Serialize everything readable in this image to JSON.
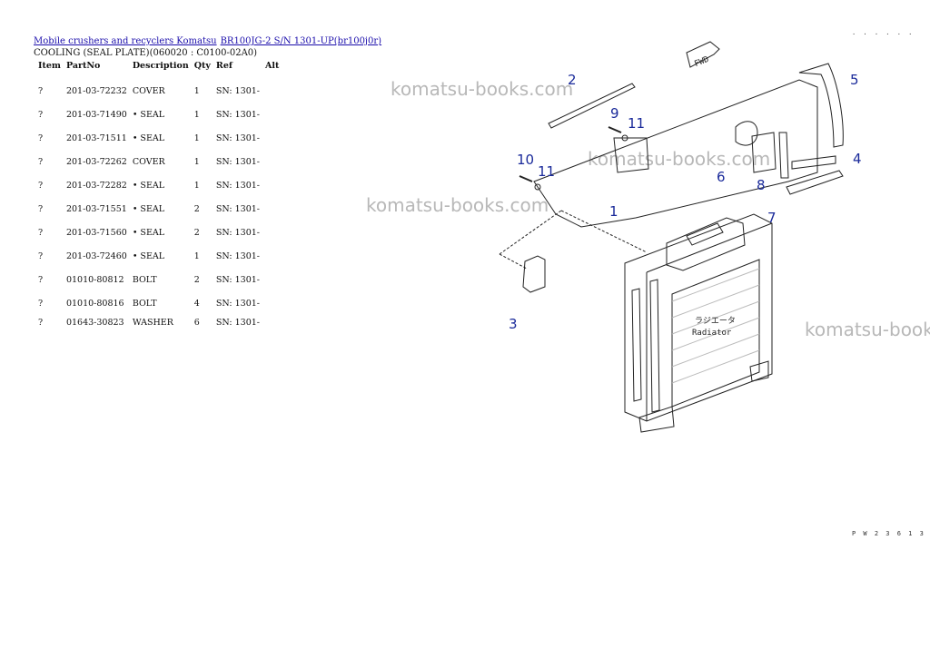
{
  "breadcrumb": {
    "link1": "Mobile crushers and recyclers Komatsu",
    "link2": "BR100JG-2 S/N 1301-UP(br100j0r)"
  },
  "subtitle": "COOLING (SEAL PLATE)(060020 : C0100-02A0)",
  "table": {
    "headers": [
      "Item",
      "PartNo",
      "Description",
      "Qty",
      "Ref",
      "Alt"
    ],
    "rows": [
      {
        "item": "?",
        "part": "201-03-72232",
        "desc": "COVER",
        "qty": "1",
        "ref": "SN: 1301-",
        "alt": ""
      },
      {
        "item": "?",
        "part": "201-03-71490",
        "desc": "• SEAL",
        "qty": "1",
        "ref": "SN: 1301-",
        "alt": ""
      },
      {
        "item": "?",
        "part": "201-03-71511",
        "desc": "• SEAL",
        "qty": "1",
        "ref": "SN: 1301-",
        "alt": ""
      },
      {
        "item": "?",
        "part": "201-03-72262",
        "desc": "COVER",
        "qty": "1",
        "ref": "SN: 1301-",
        "alt": ""
      },
      {
        "item": "?",
        "part": "201-03-72282",
        "desc": "• SEAL",
        "qty": "1",
        "ref": "SN: 1301-",
        "alt": ""
      },
      {
        "item": "?",
        "part": "201-03-71551",
        "desc": "• SEAL",
        "qty": "2",
        "ref": "SN: 1301-",
        "alt": ""
      },
      {
        "item": "?",
        "part": "201-03-71560",
        "desc": "• SEAL",
        "qty": "2",
        "ref": "SN: 1301-",
        "alt": ""
      },
      {
        "item": "?",
        "part": "201-03-72460",
        "desc": "• SEAL",
        "qty": "1",
        "ref": "SN: 1301-",
        "alt": ""
      },
      {
        "item": "?",
        "part": "01010-80812",
        "desc": "BOLT",
        "qty": "2",
        "ref": "SN: 1301-",
        "alt": ""
      },
      {
        "item": "?",
        "part": "01010-80816",
        "desc": "BOLT",
        "qty": "4",
        "ref": "SN: 1301-",
        "alt": ""
      },
      {
        "item": "?",
        "part": "01643-30823",
        "desc": "WASHER",
        "qty": "6",
        "ref": "SN: 1301-",
        "alt": ""
      }
    ]
  },
  "watermark": "komatsu-books.com",
  "diagram": {
    "fwd_label": "FWD",
    "radiator_jp": "ラジエータ",
    "radiator_en": "Radiator",
    "callouts": [
      "1",
      "2",
      "3",
      "4",
      "5",
      "6",
      "7",
      "8",
      "9",
      "10",
      "11",
      "11"
    ],
    "code_top": "· · · · · ·",
    "code_bottom": "P W 2 3 6 1 3"
  },
  "colors": {
    "link": "#1a0dab",
    "callout": "#1a2a9a",
    "watermark": "#b8b8b8"
  }
}
